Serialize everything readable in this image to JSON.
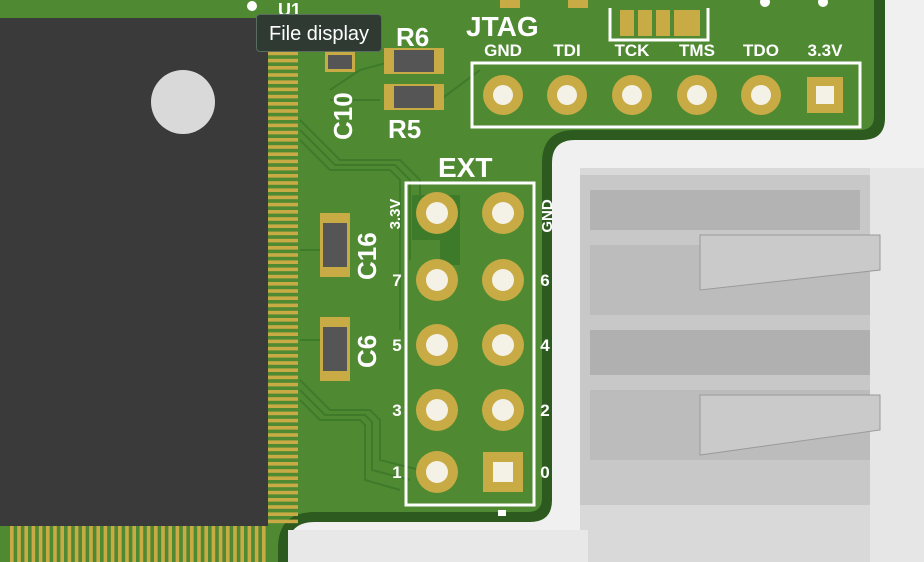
{
  "tooltip": {
    "text": "File display"
  },
  "board": {
    "jtag": {
      "title": "JTAG",
      "pins": [
        "GND",
        "TDI",
        "TCK",
        "TMS",
        "TDO",
        "3.3V"
      ]
    },
    "ext": {
      "title": "EXT",
      "left_labels": [
        "3.3V",
        "7",
        "5",
        "3",
        "1"
      ],
      "right_labels": [
        "GND",
        "6",
        "4",
        "2",
        "0"
      ]
    },
    "components": {
      "r6": "R6",
      "r5": "R5",
      "c10": "C10",
      "c16": "C16",
      "c6": "C6",
      "u1": "U1"
    }
  },
  "colors": {
    "pcb": "#4f8a33",
    "copper_trace": "#3d7a2a",
    "silkscreen": "#ffffff",
    "pad_gold": "#c8ab45",
    "chip": "#3a3a3a",
    "connector": "#bdbdbd"
  }
}
